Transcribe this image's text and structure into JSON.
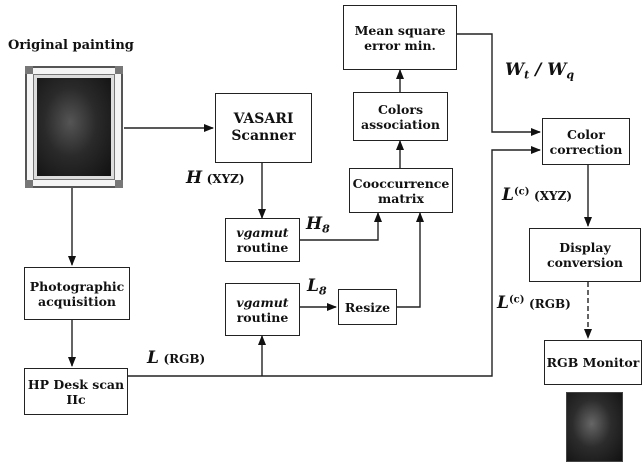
{
  "original_label": "Original painting",
  "boxes": {
    "vasari": [
      "VASARI",
      "Scanner"
    ],
    "vgamut1": [
      "vgamut",
      "routine"
    ],
    "vgamut2": [
      "vgamut",
      "routine"
    ],
    "resize": "Resize",
    "cooc": [
      "Cooccurrence",
      "matrix"
    ],
    "colors_assoc": [
      "Colors",
      "association"
    ],
    "mse": [
      "Mean square",
      "error min."
    ],
    "color_corr": [
      "Color",
      "correction"
    ],
    "display_conv": [
      "Display",
      "conversion"
    ],
    "rgb_monitor": "RGB Monitor",
    "photo": [
      "Photographic",
      "acquisition"
    ],
    "hp": [
      "HP Desk scan",
      "IIc"
    ]
  },
  "labels": {
    "H": "H",
    "H_units": "(XYZ)",
    "H8": "H",
    "H8_sub": "8",
    "L8": "L",
    "L8_sub": "8",
    "L": "L",
    "L_units": "(RGB)",
    "W": "W",
    "W_sub1": "t",
    "W_slash": " / ",
    "W2": "W",
    "W_sub2": "q",
    "Lc1": "L",
    "Lc1_sup": "(c)",
    "Lc1_units": "(XYZ)",
    "Lc2": "L",
    "Lc2_sup": "(c)",
    "Lc2_units": "(RGB)"
  }
}
